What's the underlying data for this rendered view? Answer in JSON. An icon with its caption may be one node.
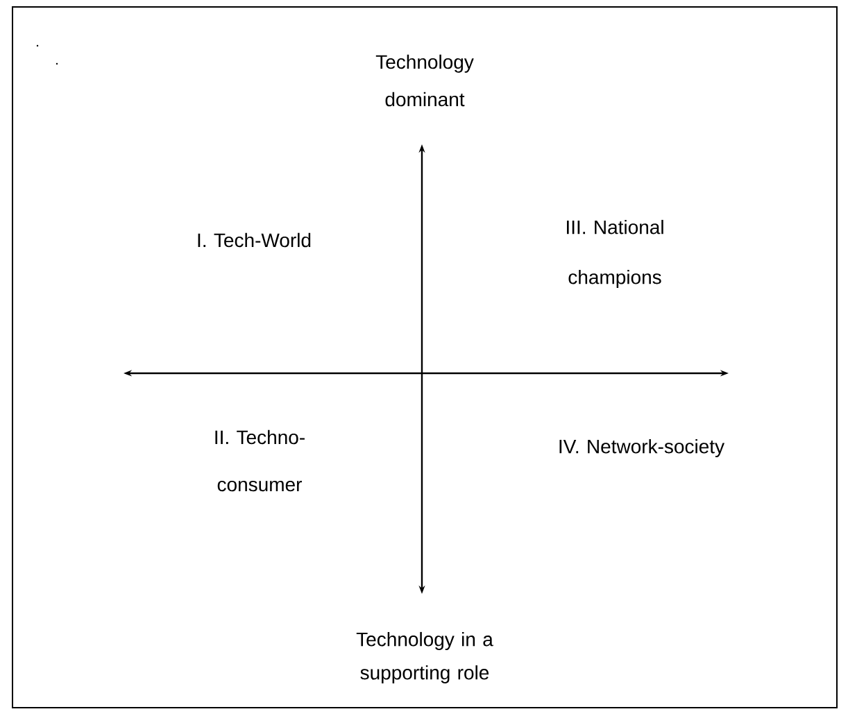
{
  "diagram": {
    "labels": [
      "Technology dominant",
      "I. Tech-World",
      "III. National champions",
      "II. Techno-consumer",
      "IV. Network-society",
      "Technology in a supporting role"
    ]
  }
}
